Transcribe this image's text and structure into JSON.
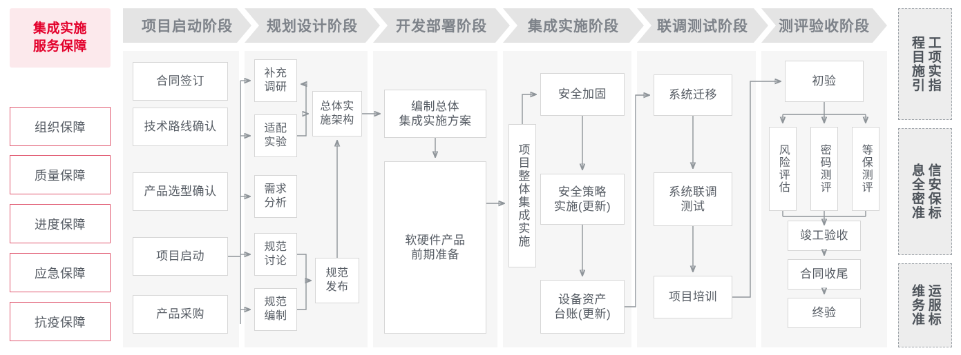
{
  "colors": {
    "accent_red": "#e3002b",
    "accent_red_border": "#e0566e",
    "title_bg_pink": "#fce9ec",
    "stage_header_gray": "#e4e4e4",
    "stage_band_gray": "#f6f6f6",
    "box_border_gray": "#d6d6d6",
    "text_gray": "#555b63",
    "connector_gray": "#8e9499",
    "standards_bg": "#ededed"
  },
  "left_rail": {
    "title": "集成实施\n服务保障",
    "title_line1": "集成实施",
    "title_line2": "服务保障",
    "items": [
      {
        "label": "组织保障"
      },
      {
        "label": "质量保障"
      },
      {
        "label": "进度保障"
      },
      {
        "label": "应急保障"
      },
      {
        "label": "抗疫保障"
      }
    ]
  },
  "stages": [
    {
      "id": "stage-1",
      "header": "项目启动阶段",
      "nodes": [
        {
          "label": "合同签订"
        },
        {
          "label": "技术路线确认"
        },
        {
          "label": "产品选型确认"
        },
        {
          "label": "项目启动"
        },
        {
          "label": "产品采购"
        }
      ]
    },
    {
      "id": "stage-2",
      "header": "规划设计阶段",
      "nodes": [
        {
          "label": "补充\n调研",
          "line1": "补充",
          "line2": "调研"
        },
        {
          "label": "适配\n实验",
          "line1": "适配",
          "line2": "实验"
        },
        {
          "label": "需求\n分析",
          "line1": "需求",
          "line2": "分析"
        },
        {
          "label": "规范\n讨论",
          "line1": "规范",
          "line2": "讨论"
        },
        {
          "label": "规范\n编制",
          "line1": "规范",
          "line2": "编制"
        },
        {
          "label": "总体实\n施架构",
          "line1": "总体实",
          "line2": "施架构"
        },
        {
          "label": "规范\n发布",
          "line1": "规范",
          "line2": "发布"
        }
      ]
    },
    {
      "id": "stage-3",
      "header": "开发部署阶段",
      "nodes": [
        {
          "label": "编制总体\n集成实施方案",
          "line1": "编制总体",
          "line2": "集成实施方案"
        },
        {
          "label": "软硬件产品\n前期准备",
          "line1": "软硬件产品",
          "line2": "前期准备"
        }
      ]
    },
    {
      "id": "stage-4",
      "header": "集成实施阶段",
      "nodes": [
        {
          "label": "项目整体集成实施",
          "vertical": true
        },
        {
          "label": "安全加固"
        },
        {
          "label": "安全策略\n实施(更新)",
          "line1": "安全策略",
          "line2": "实施(更新)"
        },
        {
          "label": "设备资产\n台账(更新)",
          "line1": "设备资产",
          "line2": "台账(更新)"
        }
      ]
    },
    {
      "id": "stage-5",
      "header": "联调测试阶段",
      "nodes": [
        {
          "label": "系统迁移"
        },
        {
          "label": "系统联调\n测试",
          "line1": "系统联调",
          "line2": "测试"
        },
        {
          "label": "项目培训"
        }
      ]
    },
    {
      "id": "stage-6",
      "header": "测评验收阶段",
      "nodes": [
        {
          "label": "初验"
        },
        {
          "label": "风险评估",
          "vertical": true
        },
        {
          "label": "密码测评",
          "vertical": true
        },
        {
          "label": "等保测评",
          "vertical": true
        },
        {
          "label": "竣工验收"
        },
        {
          "label": "合同收尾"
        },
        {
          "label": "终验"
        }
      ]
    }
  ],
  "standards_rail": [
    {
      "label": "工程项目实施指引",
      "col_right": "程目施引",
      "col_left": "工项实指"
    },
    {
      "label": "信息安全密保标准",
      "col_right": "息全密准",
      "col_left": "信安保标"
    },
    {
      "label": "运维服务标准",
      "col_right": "维务准",
      "col_left": "运服标"
    }
  ]
}
